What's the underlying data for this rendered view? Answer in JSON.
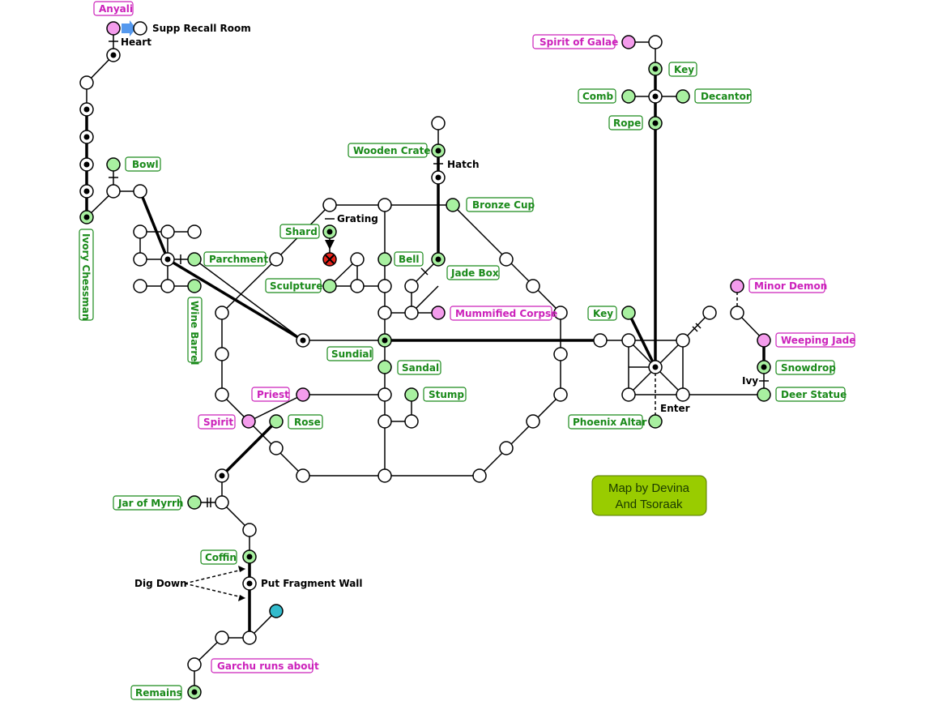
{
  "colors": {
    "room_fill": "#ffffff",
    "item_fill": "#a8f0a0",
    "npc_fill": "#f49cec",
    "blocked_fill": "#e8231a",
    "special_fill": "#33bbcc",
    "item_text": "#1a8a1a",
    "npc_text": "#cc22bb",
    "line": "#000000",
    "credit_fill": "#99cc00"
  },
  "item_labels": {
    "bowl": "Bowl",
    "parchment": "Parchment",
    "wine_barrel": "Wine Barrel",
    "ivory_chessman": "Ivory Chessman",
    "shard": "Shard",
    "sculpture": "Sculpture",
    "wooden_crate": "Wooden Crate",
    "bronze_cup": "Bronze Cup",
    "bell": "Bell",
    "jade_box": "Jade Box",
    "sundial": "Sundial",
    "sandal": "Sandal",
    "stump": "Stump",
    "rose": "Rose",
    "jar_of_myrrh": "Jar of Myrrh",
    "coffin": "Coffin",
    "remains": "Remains",
    "key_top": "Key",
    "comb": "Comb",
    "decantor": "Decantor",
    "rope": "Rope",
    "key_mid": "Key",
    "phoenix_altar": "Phoenix Altar",
    "snowdrop": "Snowdrop",
    "deer_statue": "Deer Statue"
  },
  "npc_labels": {
    "anyali": "Anyali",
    "spirit_of_galae": "Spirit of Galae",
    "mummified_corpse": "Mummified Corpse",
    "priest": "Priest",
    "spirit": "Spirit",
    "garchu": "Garchu runs about",
    "minor_demon": "Minor Demon",
    "weeping_jade": "Weeping Jade"
  },
  "exit_labels": {
    "supp_recall_room": "Supp Recall Room",
    "heart": "Heart",
    "grating": "Grating",
    "hatch": "Hatch",
    "ivy": "Ivy",
    "enter": "Enter",
    "dig_down": "Dig Down",
    "put_fragment_wall": "Put Fragment Wall"
  },
  "credit": {
    "line1": "Map by Devina",
    "line2": "And Tsoraak"
  }
}
